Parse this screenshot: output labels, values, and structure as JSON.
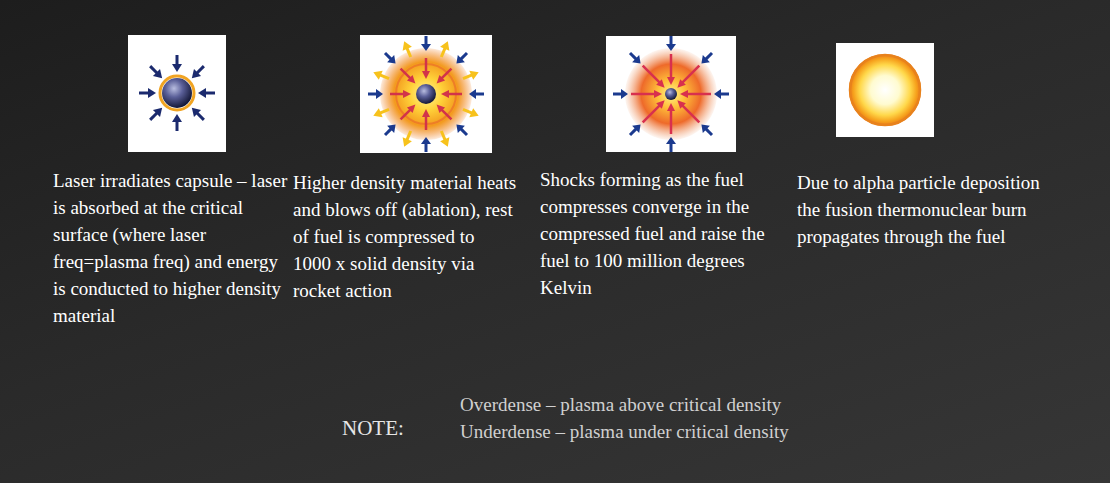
{
  "diagram": {
    "labels": [
      "Laser irradiates capsule – laser is absorbed at the critical surface (where laser freq=plasma freq) and energy is conducted to higher density material",
      "Higher density material heats and blows off (ablation), rest of fuel is compressed to 1000 x solid density via rocket action",
      "Shocks forming as the fuel compresses converge in the compressed fuel and raise the fuel to 100 million degrees Kelvin",
      "Due to alpha particle deposition the fusion thermonuclear burn propagates through the fuel",
      "NOTE:",
      "Overdense – plasma above critical density",
      "Underdense – plasma under critical density"
    ]
  }
}
